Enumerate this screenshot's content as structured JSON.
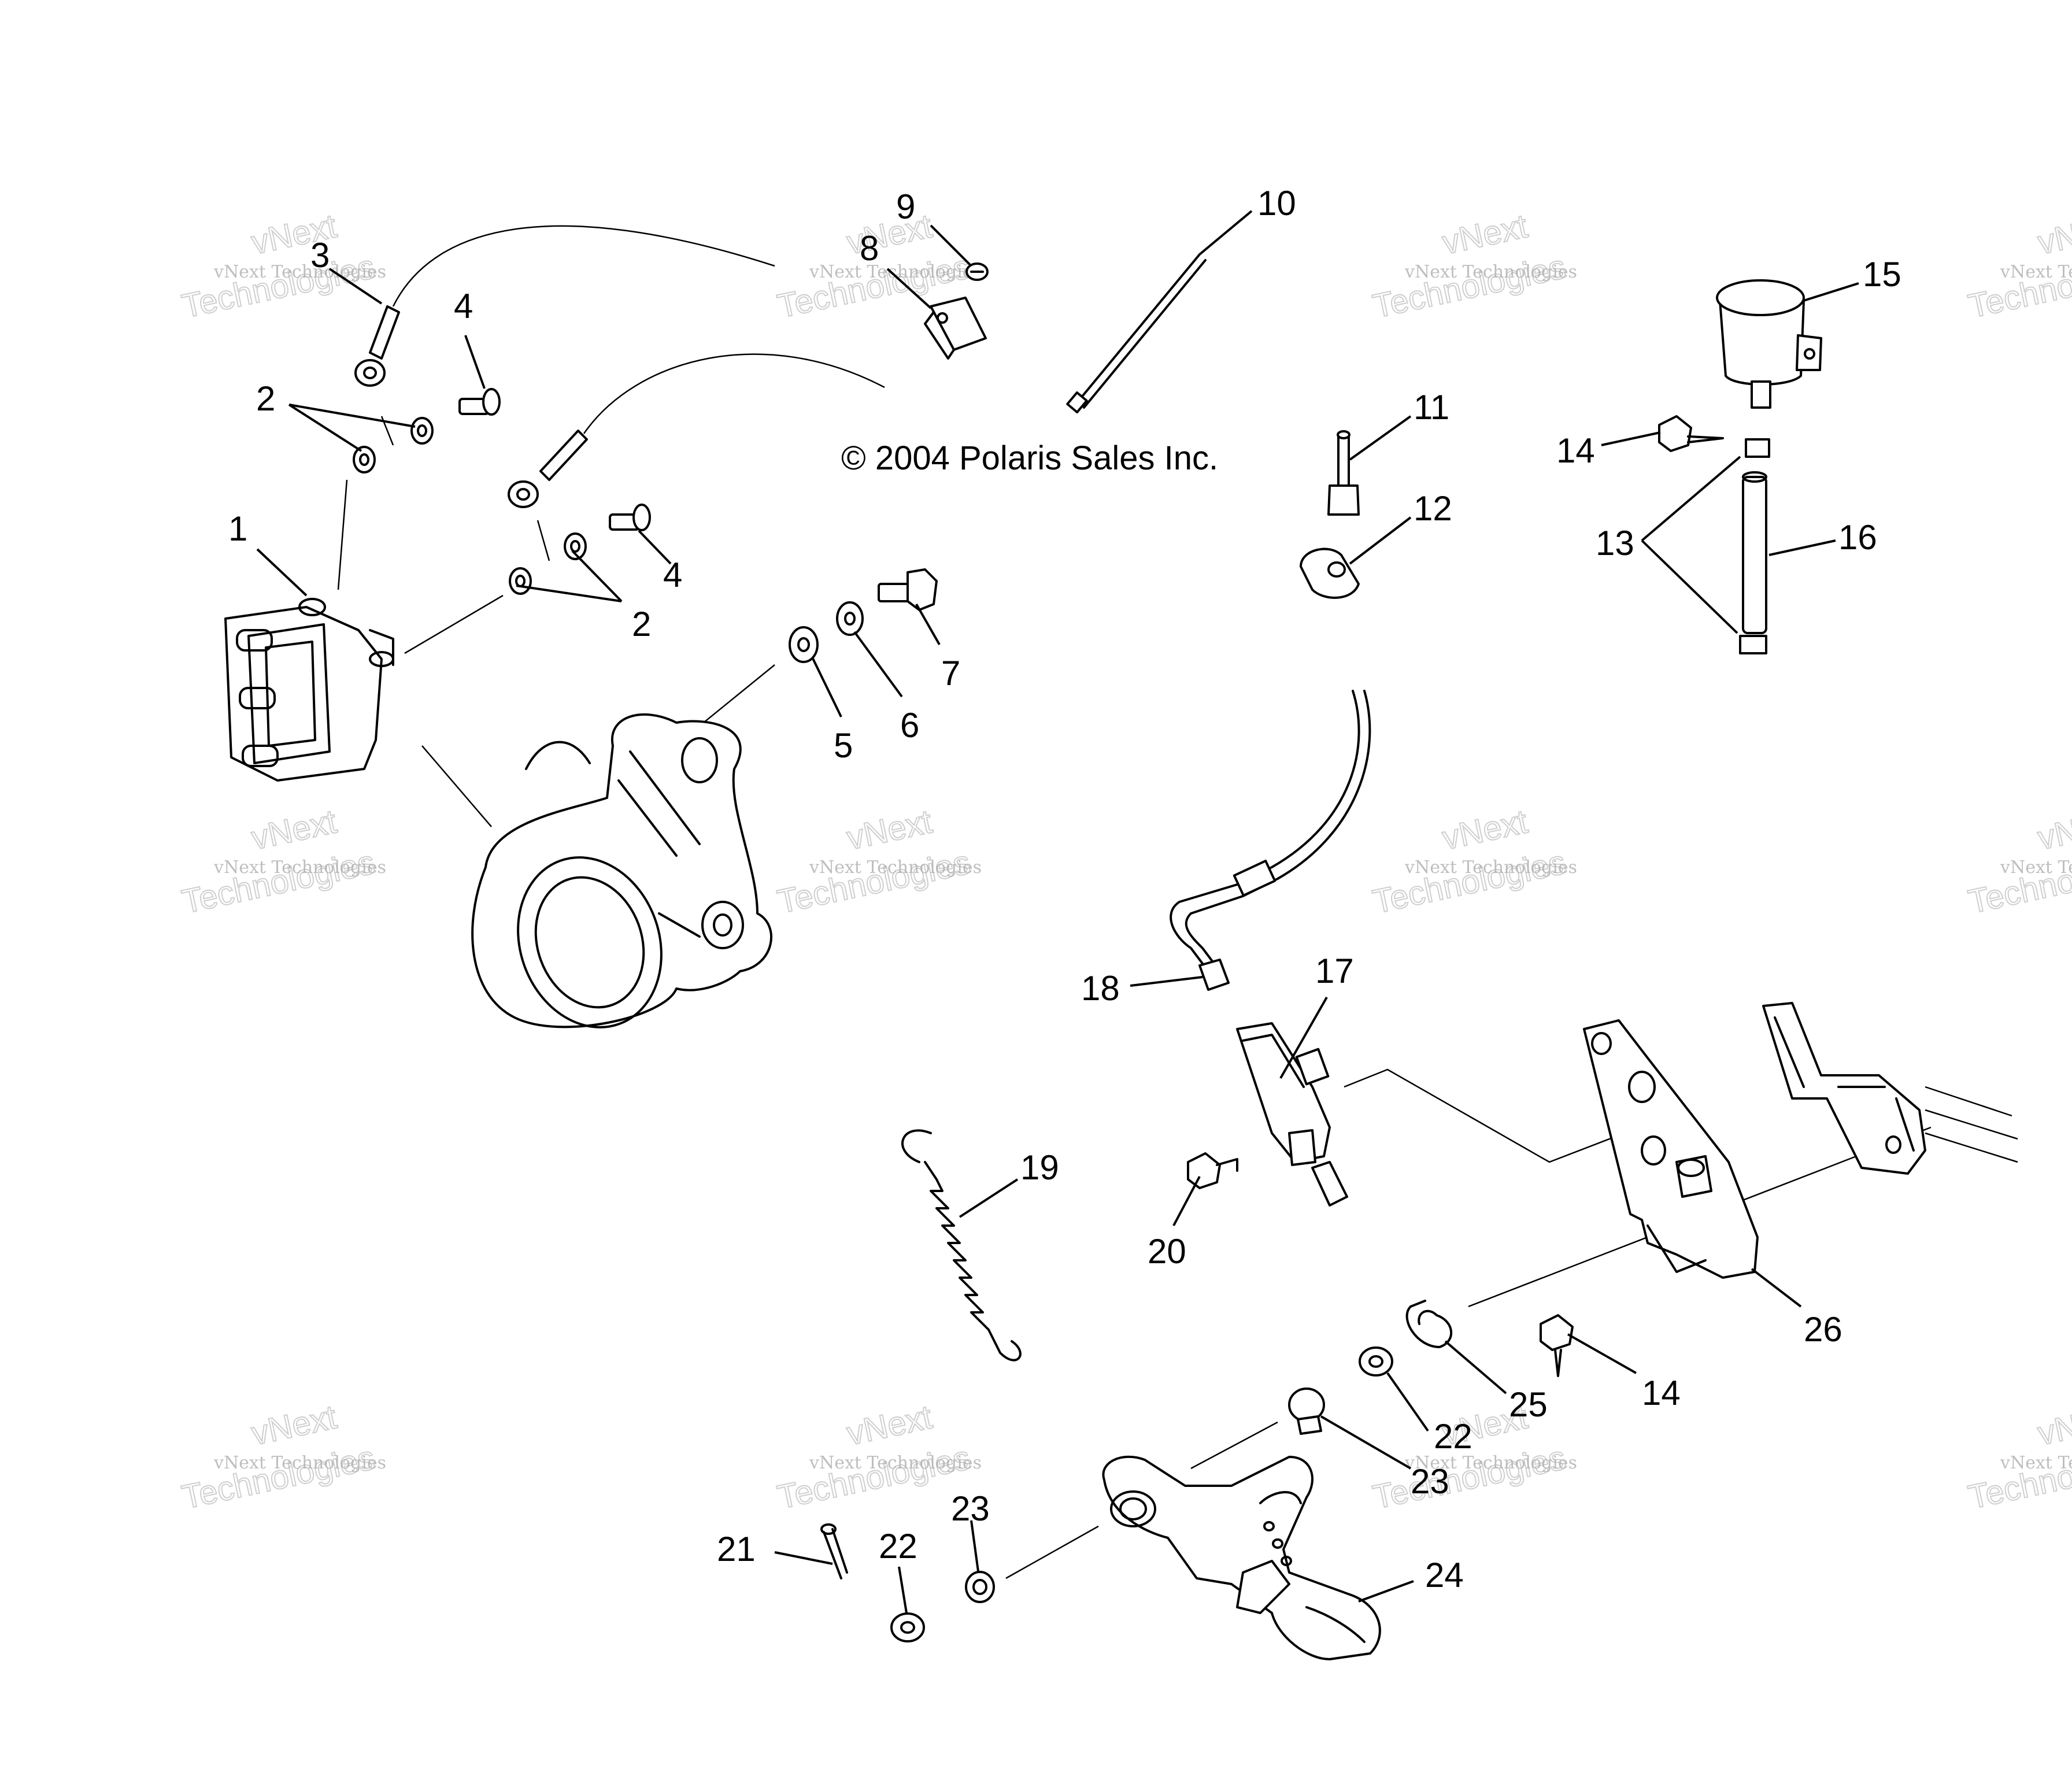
{
  "copyright": "© 2004 Polaris Sales Inc.",
  "watermark": {
    "top": "vNext",
    "middle": "vNext Technologies",
    "bottom": "Technologies"
  },
  "callouts": [
    {
      "id": "c1",
      "label": "1"
    },
    {
      "id": "c2a",
      "label": "2"
    },
    {
      "id": "c2b",
      "label": "2"
    },
    {
      "id": "c3",
      "label": "3"
    },
    {
      "id": "c4a",
      "label": "4"
    },
    {
      "id": "c4b",
      "label": "4"
    },
    {
      "id": "c5",
      "label": "5"
    },
    {
      "id": "c6",
      "label": "6"
    },
    {
      "id": "c7",
      "label": "7"
    },
    {
      "id": "c8",
      "label": "8"
    },
    {
      "id": "c9",
      "label": "9"
    },
    {
      "id": "c10",
      "label": "10"
    },
    {
      "id": "c11",
      "label": "11"
    },
    {
      "id": "c12",
      "label": "12"
    },
    {
      "id": "c13",
      "label": "13"
    },
    {
      "id": "c14a",
      "label": "14"
    },
    {
      "id": "c14b",
      "label": "14"
    },
    {
      "id": "c15",
      "label": "15"
    },
    {
      "id": "c16",
      "label": "16"
    },
    {
      "id": "c17",
      "label": "17"
    },
    {
      "id": "c18",
      "label": "18"
    },
    {
      "id": "c19",
      "label": "19"
    },
    {
      "id": "c20",
      "label": "20"
    },
    {
      "id": "c21",
      "label": "21"
    },
    {
      "id": "c22a",
      "label": "22"
    },
    {
      "id": "c22b",
      "label": "22"
    },
    {
      "id": "c23a",
      "label": "23"
    },
    {
      "id": "c23b",
      "label": "23"
    },
    {
      "id": "c24",
      "label": "24"
    },
    {
      "id": "c25",
      "label": "25"
    },
    {
      "id": "c26",
      "label": "26"
    }
  ]
}
